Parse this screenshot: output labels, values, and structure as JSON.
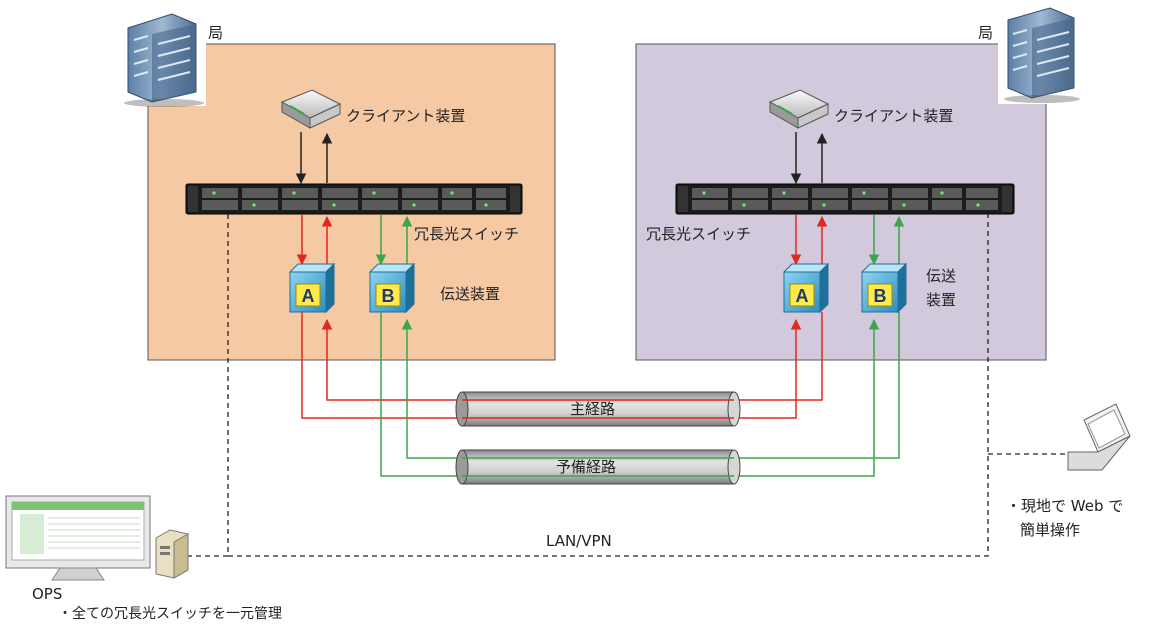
{
  "stations": {
    "left": {
      "label": "局",
      "client": "クライアント装置",
      "switch": "冗長光スイッチ",
      "transmission": "伝送装置"
    },
    "right": {
      "label": "局",
      "client": "クライアント装置",
      "switch": "冗長光スイッチ",
      "transmission_line1": "伝送",
      "transmission_line2": "装置"
    }
  },
  "routes": {
    "main": "主経路",
    "backup": "予備経路"
  },
  "network": {
    "label": "LAN/VPN"
  },
  "ops": {
    "label": "OPS",
    "note": "・全ての冗長光スイッチを一元管理"
  },
  "web": {
    "line1": "・現地で Web で",
    "line2": "簡単操作"
  },
  "equipment": {
    "a_label": "A",
    "b_label": "B"
  },
  "colors": {
    "left_station_bg": "#f5c9a3",
    "right_station_bg": "#d3c9dc",
    "main_route": "#e0281e",
    "backup_route": "#3aa54a",
    "management_link": "#222222"
  }
}
